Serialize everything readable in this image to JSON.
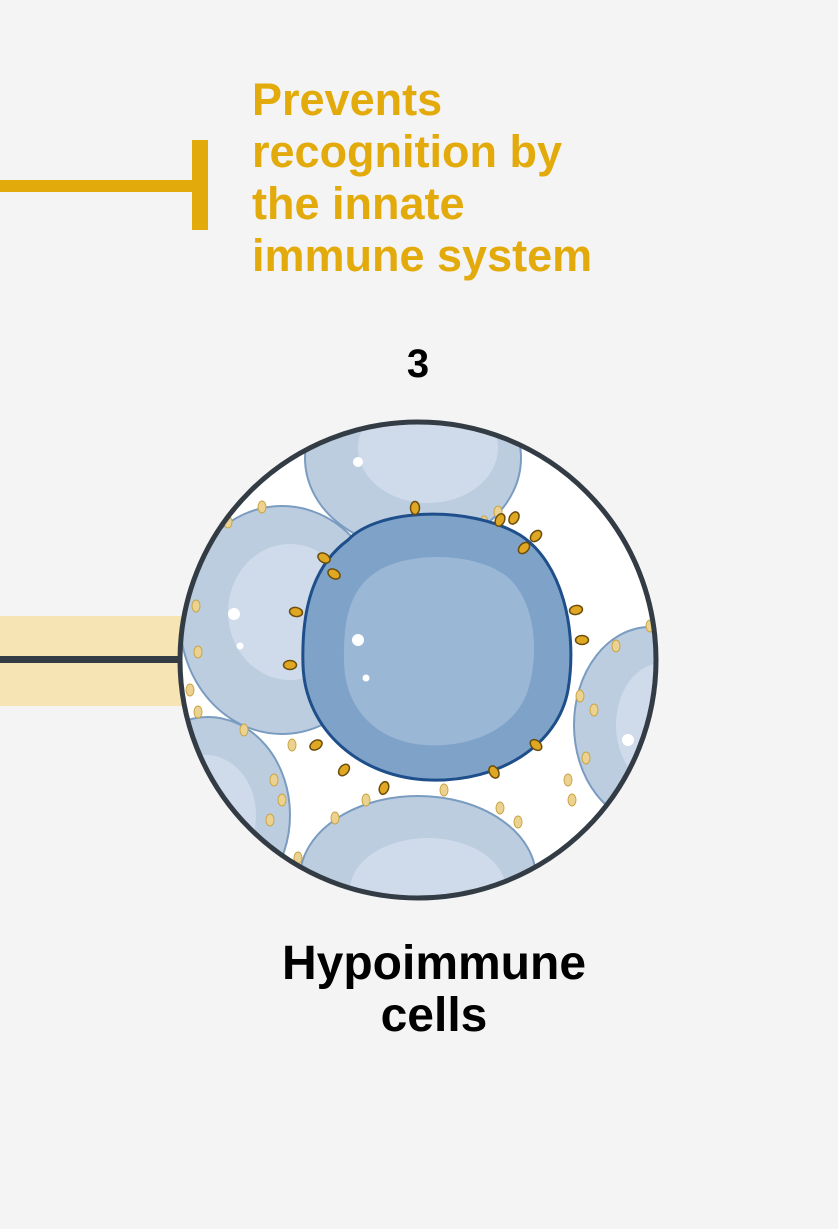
{
  "annotation": {
    "text": "Prevents\nrecognition by\nthe innate\nimmune system"
  },
  "step": {
    "number": "3"
  },
  "cell_label": {
    "text": "Hypoimmune\ncells"
  },
  "colors": {
    "background": "#f4f4f4",
    "annotation_gold": "#e3aa0c",
    "connector_band": "#f7e4b5",
    "cell_light": "#bccde0",
    "cell_focus": "#7fa2c8",
    "cell_outline": "#3a70a8",
    "circle_border": "#333c45",
    "receptor": "#e9c463"
  },
  "icons": {
    "inhibition_line": "inhibition-line-icon",
    "magnified_view": "cell-magnification-icon"
  }
}
